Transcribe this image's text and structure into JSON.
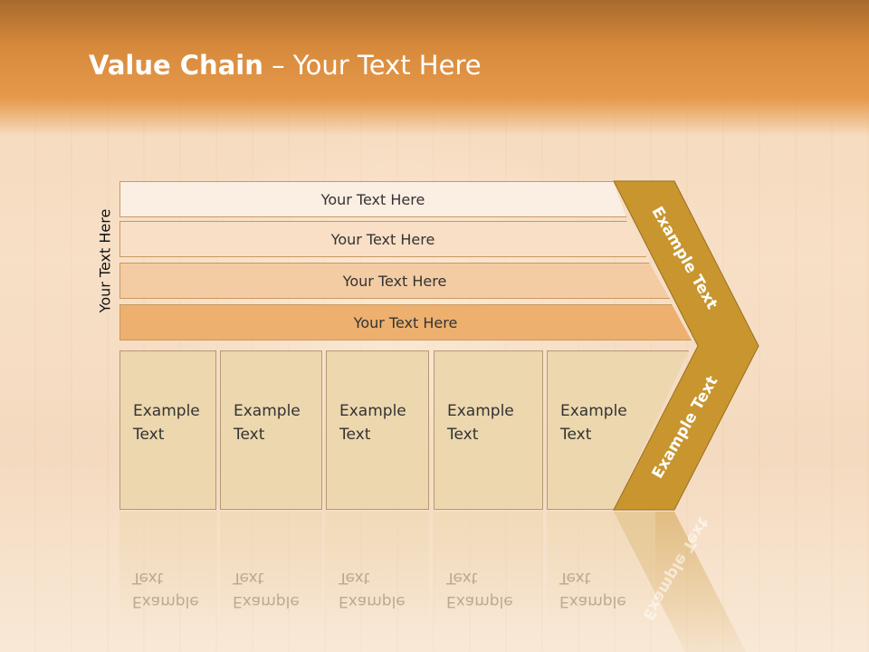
{
  "title": {
    "bold": "Value Chain",
    "rest": " – Your Text Here"
  },
  "side_label": "Your Text Here",
  "support_bars": [
    {
      "label": "Your Text Here"
    },
    {
      "label": "Your Text Here"
    },
    {
      "label": "Your Text Here"
    },
    {
      "label": "Your Text Here"
    }
  ],
  "primary_boxes": [
    {
      "label": "Example\nText"
    },
    {
      "label": "Example\nText"
    },
    {
      "label": "Example\nText"
    },
    {
      "label": "Example\nText"
    },
    {
      "label": "Example\nText"
    }
  ],
  "chevron": {
    "upper_label": "Example Text",
    "lower_label": "Example Text",
    "color": "#c8952f"
  },
  "colors": {
    "header": "#e6994a",
    "box_fill": "#ecd7ae"
  }
}
